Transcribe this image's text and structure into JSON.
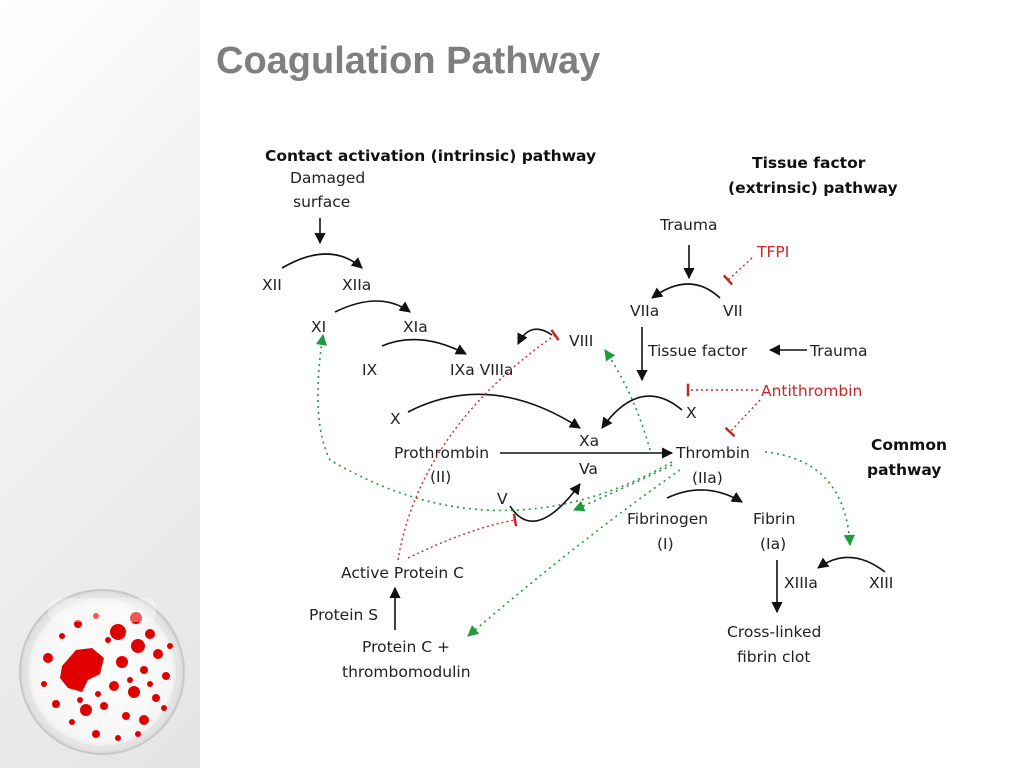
{
  "slide": {
    "title": "Coagulation Pathway"
  },
  "colors": {
    "title": "#7f7f7f",
    "inhibitor": "#c62828",
    "feedback": "#1e9b3a",
    "splatter": "#e00000"
  },
  "icons": {
    "corner_image": "blood-splatter-petri-dish"
  },
  "diagram": {
    "intrinsic_header": "Contact activation (intrinsic) pathway",
    "damaged": "Damaged",
    "surface": "surface",
    "xii": "XII",
    "xiia": "XIIa",
    "xi": "XI",
    "xia": "XIa",
    "ix": "IX",
    "ixa_viiia": "IXa VIIIa",
    "viii": "VIII",
    "x_left": "X",
    "xa": "Xa",
    "va": "Va",
    "v": "V",
    "prothrombin": "Prothrombin",
    "ii": "(II)",
    "extrinsic_header_1": "Tissue factor",
    "extrinsic_header_2": "(extrinsic) pathway",
    "trauma_top": "Trauma",
    "tfpi": "TFPI",
    "viia": "VIIa",
    "vii": "VII",
    "tissue_factor": "Tissue factor",
    "trauma_right": "Trauma",
    "antithrombin": "Antithrombin",
    "x_right": "X",
    "thrombin": "Thrombin",
    "iia": "(IIa)",
    "common_1": "Common",
    "common_2": "pathway",
    "fibrinogen": "Fibrinogen",
    "i": "(I)",
    "fibrin": "Fibrin",
    "ia": "(Ia)",
    "xiiia": "XIIIa",
    "xiii": "XIII",
    "crosslinked_1": "Cross-linked",
    "crosslinked_2": "fibrin clot",
    "active_protein_c": "Active Protein C",
    "protein_s": "Protein S",
    "protein_c": "Protein C +",
    "thrombomodulin": "thrombomodulin"
  }
}
